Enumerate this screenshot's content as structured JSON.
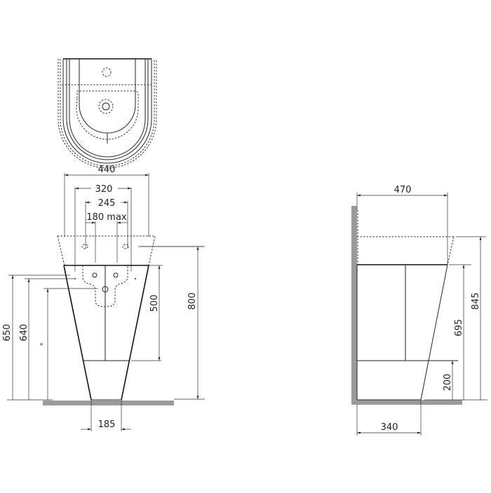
{
  "drawing": {
    "type": "technical drawing",
    "subject": "freestanding washbasin with pedestal",
    "views": {
      "top": {
        "name": "plan view"
      },
      "front": {
        "name": "front elevation",
        "dimensions": {
          "overall_width": "440",
          "tap_hole_spacing": "320",
          "mount_spacing": "245",
          "max_connection": "180 max",
          "basin_height": "800",
          "pedestal_depth": "500",
          "left_height_1": "650",
          "left_height_2": "640",
          "asterisk_mark": "*",
          "base_width": "185"
        }
      },
      "side": {
        "name": "side elevation",
        "dimensions": {
          "top_depth": "470",
          "overall_height": "845",
          "rim_height": "695",
          "plinth_height": "200",
          "base_depth": "340"
        }
      }
    },
    "colors": {
      "line": "#222222",
      "floor": "#9a9a9a",
      "background": "#ffffff"
    }
  }
}
